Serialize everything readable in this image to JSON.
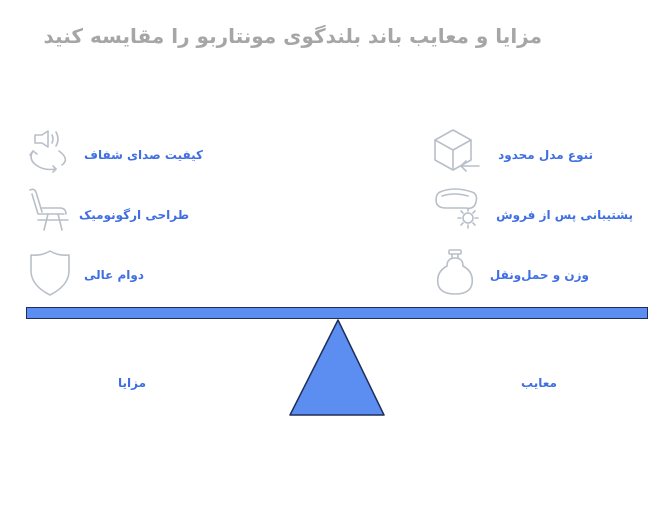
{
  "title": "مزایا و معایب باند بلندگوی مونتاربو را مقایسه کنید",
  "pros": {
    "label": "مزایا",
    "items": [
      {
        "label": "کیفیت صدای شفاف",
        "icon": "speaker-sound-icon"
      },
      {
        "label": "طراحی ارگونومیک",
        "icon": "chair-icon"
      },
      {
        "label": "دوام عالی",
        "icon": "shield-icon"
      }
    ]
  },
  "cons": {
    "label": "معایب",
    "items": [
      {
        "label": "تنوع مدل محدود",
        "icon": "box-arrow-icon"
      },
      {
        "label": "پشتیبانی پس از فروش",
        "icon": "vr-headset-gear-icon"
      },
      {
        "label": "وزن و حمل‌ونقل",
        "icon": "kettlebell-icon"
      }
    ]
  },
  "colors": {
    "accent": "#3f6fe3",
    "beam_fill": "#5b8ef0",
    "outline": "#1f2d5a",
    "title": "#a6a6a6",
    "icon_stroke": "#b9bfc9"
  }
}
